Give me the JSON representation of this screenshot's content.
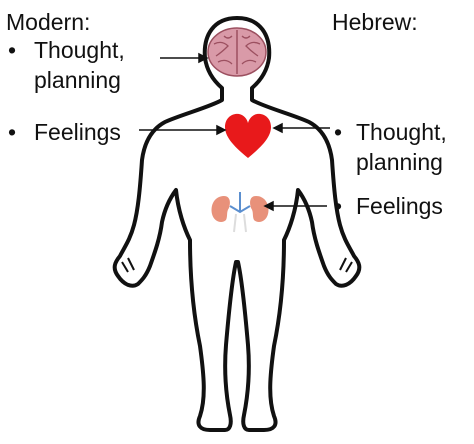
{
  "modern": {
    "heading": "Modern:",
    "items": [
      {
        "bullet": "•",
        "line1": "Thought,",
        "line2": "planning",
        "organ": "brain"
      },
      {
        "bullet": "•",
        "line1": "Feelings",
        "organ": "heart"
      }
    ]
  },
  "hebrew": {
    "heading": "Hebrew:",
    "items": [
      {
        "bullet": "•",
        "line1": "Thought,",
        "line2": "planning",
        "organ": "heart"
      },
      {
        "bullet": "•",
        "line1": "Feelings",
        "organ": "kidneys"
      }
    ]
  },
  "colors": {
    "outline": "#111111",
    "brain": "#d99aa8",
    "brain_fold": "#9c5060",
    "heart": "#e8191b",
    "kidney": "#e8917a",
    "ureter": "#5b8fcf"
  }
}
